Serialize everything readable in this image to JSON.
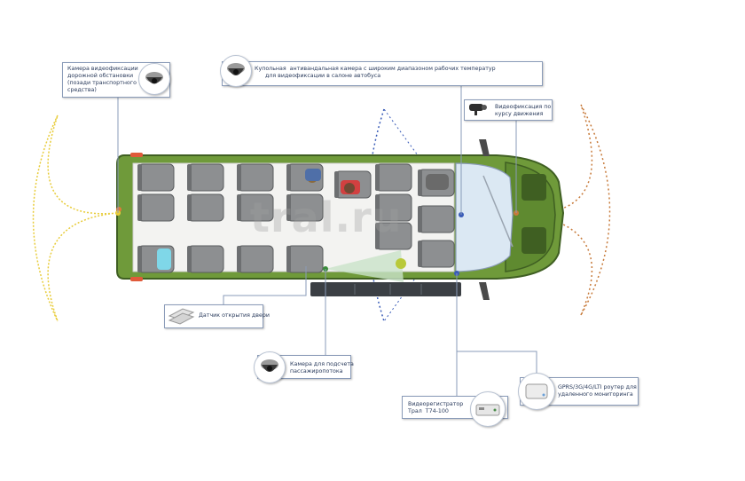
{
  "watermark": "tral.ru",
  "callouts": {
    "road_camera": "Камера видеофиксации\nдорожной обстановки\n(позади транспортного\nсредства)",
    "dome_camera": "Купольная  антивандальная камера с широким диапазоном рабочих температур\n      для видеофиксации в салоне автобуса",
    "forward_camera": "Видеофиксация по\nкурсу движения",
    "door_sensor": "Датчик открытия двери",
    "passenger_counter": "Камера для подсчета\nпассажиропотока",
    "dvr": "Видеорегистратор\nТрал  Т74-100",
    "router": "GPRS/3G/4G/LTI роутер для\nудаленного мониторинга"
  },
  "colors": {
    "body_green": "#6f9a3a",
    "body_dark": "#3f5f22",
    "seat": "#8d8f91",
    "windshield": "#dbe8f3",
    "callout_border": "#8a9bb8",
    "callout_text": "#2a3b5c",
    "rear_view_cone": "#e8cc3a",
    "front_view_cone": "#c77a3a",
    "cabin_view_cone": "#3a5cb8",
    "counter_cone": "#c9e2c9"
  },
  "icons": [
    "dome-camera-icon",
    "bullet-camera-icon",
    "door-sensor-icon",
    "dvr-icon",
    "router-icon"
  ]
}
